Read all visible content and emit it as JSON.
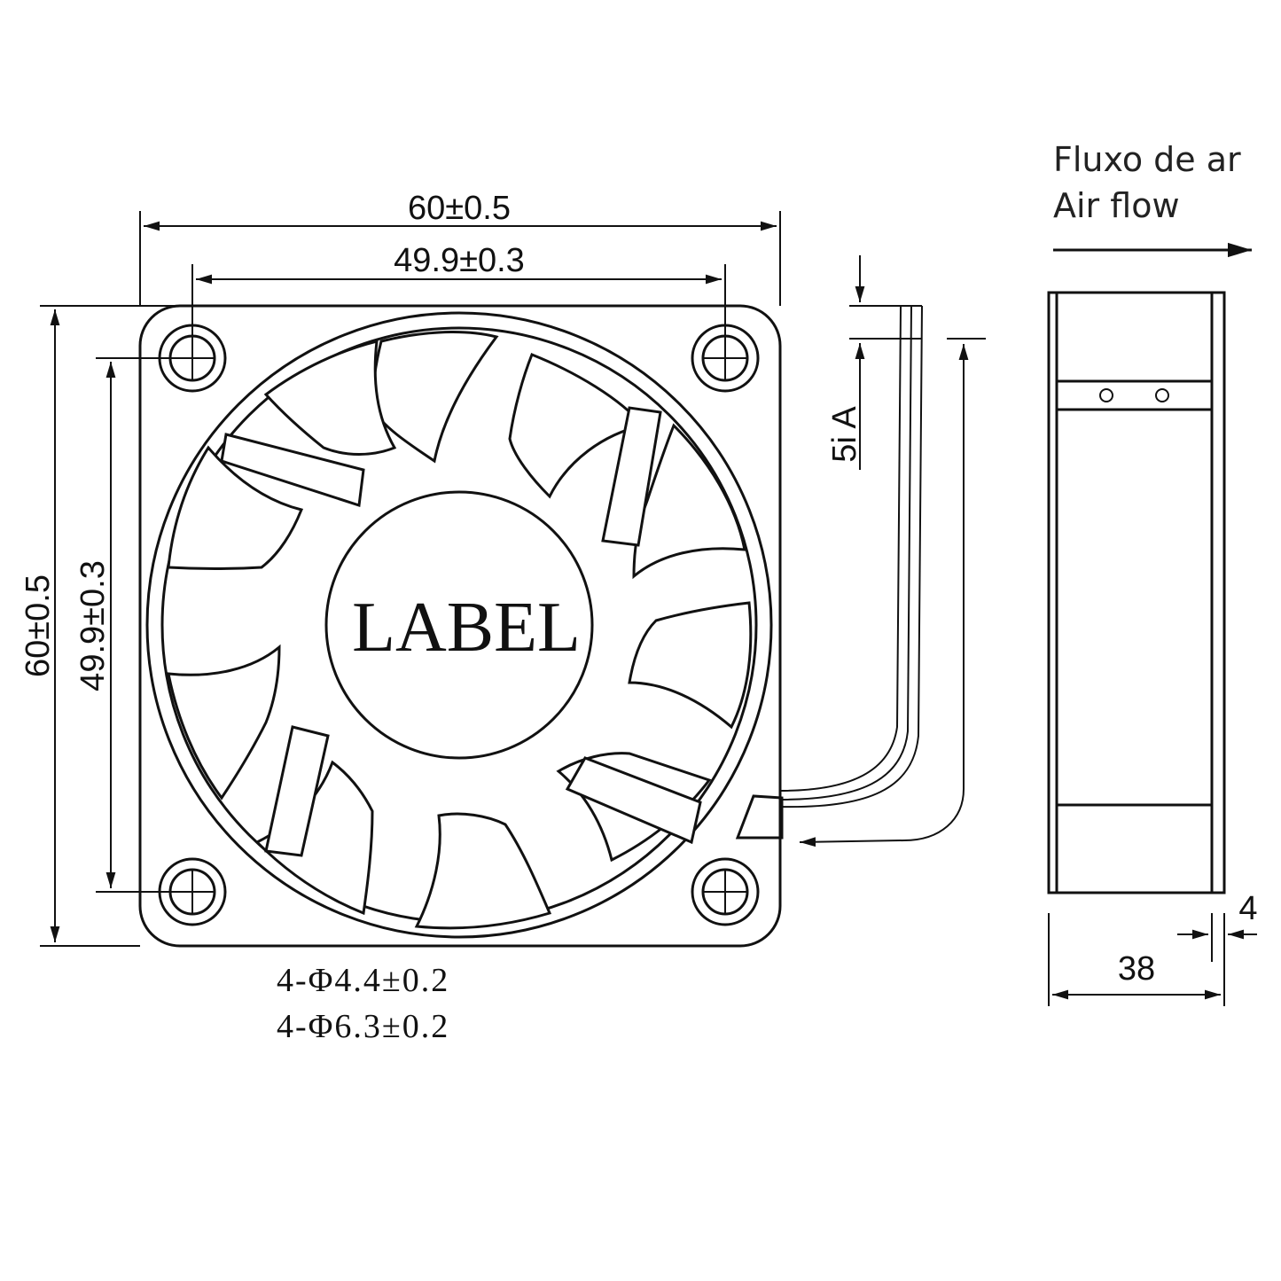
{
  "front_view": {
    "width_overall": "60±0.5",
    "hole_spacing_horizontal": "49.9±0.3",
    "height_overall": "60±0.5",
    "hole_spacing_vertical": "49.9±0.3",
    "hub_label": "LABEL",
    "lead_dimension": "5i A",
    "mounting_holes": [
      "4-Φ4.4±0.2",
      "4-Φ6.3±0.2"
    ]
  },
  "side_view": {
    "airflow_pt": "Fluxo de ar",
    "airflow_en": "Air flow",
    "depth": "38",
    "flange": "4"
  }
}
